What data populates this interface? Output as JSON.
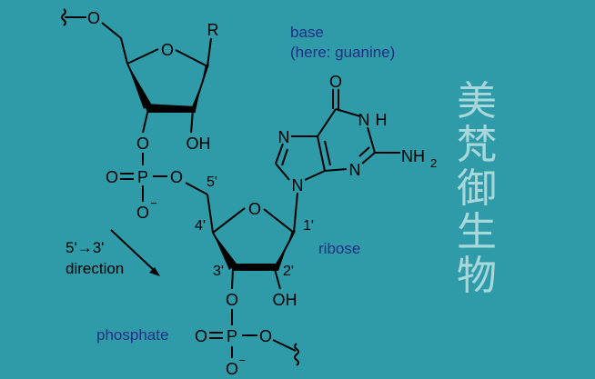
{
  "colors": {
    "background": "#2F9BA8",
    "structure": "#000000",
    "label": "#1E2F86",
    "watermark": "#BFE3E6"
  },
  "atoms": {
    "o_top_chain": "O",
    "o_top_ring": "O",
    "r_group": "R",
    "o_top3": "O",
    "oh_top2": "OH",
    "p_top": "P",
    "o_p_top_double": "O",
    "o_p_top_link": "O",
    "o_p_top_minus": "O",
    "o_bottom_ring": "O",
    "o_bottom3": "O",
    "oh_bottom2": "OH",
    "p_bottom": "P",
    "o_p_bottom_double": "O",
    "o_p_bottom_link": "O",
    "o_p_bottom_minus": "O",
    "n9": "N",
    "n7": "N",
    "n3": "N",
    "n1": "N",
    "h_n1": "H",
    "o6": "O",
    "nh2_n": "NH",
    "nh2_sub": "2",
    "minus": "−"
  },
  "primes": {
    "p5": "5'",
    "p4": "4'",
    "p1": "1'",
    "p3": "3'",
    "p2": "2'"
  },
  "labels": {
    "base_line1": "base",
    "base_line2": "(here: guanine)",
    "ribose": "ribose",
    "phosphate": "phosphate",
    "direction_line1": "5'→3'",
    "direction_line2": "direction"
  },
  "watermark": [
    "美",
    "梵",
    "御",
    "生",
    "物"
  ]
}
